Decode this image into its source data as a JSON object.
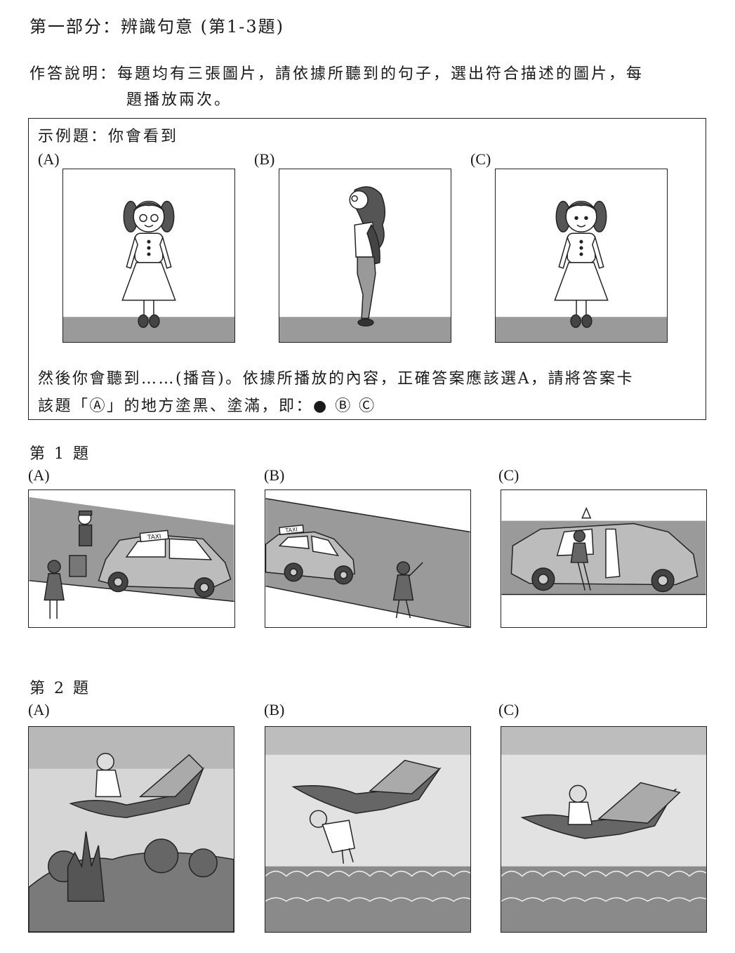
{
  "section_title": "第一部分：辨識句意 (第1-3題)",
  "instructions": {
    "line1": "作答說明：每題均有三張圖片，請依據所聽到的句子，選出符合描述的圖片，每",
    "line2": "題播放兩次。"
  },
  "example": {
    "header": "示例題：你會看到",
    "options": [
      "(A)",
      "(B)",
      "(C)"
    ],
    "line1": "然後你會聽到……(播音)。依據所播放的內容，正確答案應該選A，請將答案卡",
    "line2": "該題「Ⓐ」的地方塗黑、塗滿，即：● Ⓑ Ⓒ"
  },
  "questions": [
    {
      "title": "第 1 題",
      "options": [
        "(A)",
        "(B)",
        "(C)"
      ],
      "sign_text": "TAXI"
    },
    {
      "title": "第 2 題",
      "options": [
        "(A)",
        "(B)",
        "(C)"
      ]
    }
  ]
}
